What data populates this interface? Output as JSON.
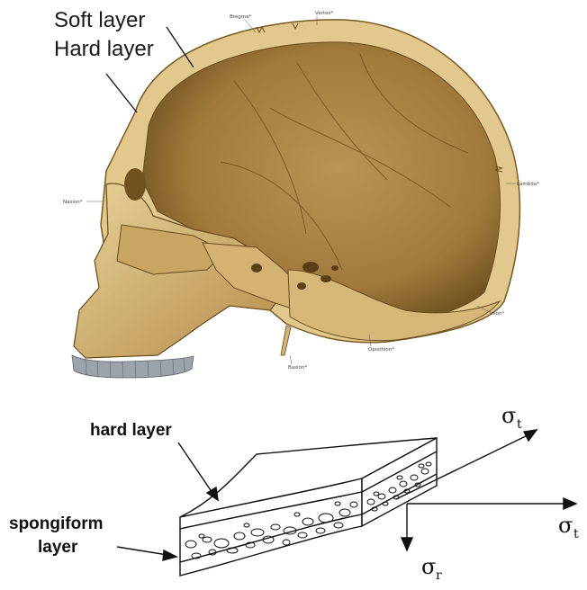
{
  "skull_labels": {
    "soft_layer": "Soft layer",
    "hard_layer": "Hard layer",
    "bregma": "Bregma*",
    "vertex": "Vertex*",
    "lambda": "Lambda*",
    "nasion": "Nasion*",
    "inion": "Inion*",
    "opisthion": "Opisthion*",
    "basion": "Basion*"
  },
  "diagram_labels": {
    "hard_layer": "hard layer",
    "spongiform_1": "spongiform",
    "spongiform_2": "layer",
    "sigma": "σ",
    "sub_t": "t",
    "sub_r": "r"
  },
  "colors": {
    "bone_light": "#e3c98e",
    "bone_mid": "#c9a563",
    "bone_dark": "#8a6a2c",
    "cavity": "#a98446",
    "teeth": "#9da3ab"
  }
}
